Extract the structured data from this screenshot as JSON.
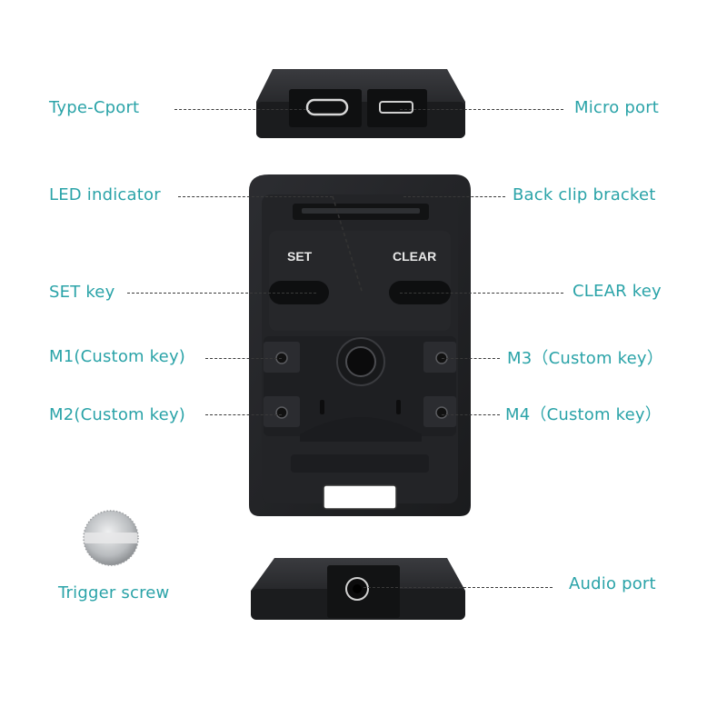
{
  "colors": {
    "label": "#2aa3a8",
    "leader": "#3a3a3a",
    "device_body": "#1f2022",
    "device_face": "#2a2b2e",
    "device_edge": "#3b3c40",
    "screw": "#c9ccce"
  },
  "labels": {
    "typec_port": "Type-Cport",
    "micro_port": "Micro port",
    "led_indicator": "LED indicator",
    "back_clip": "Back clip bracket",
    "set_key": "SET key",
    "clear_key": "CLEAR key",
    "m1": "M1(Custom key)",
    "m3": "M3（Custom key）",
    "m2": "M2(Custom key)",
    "m4": "M4（Custom key）",
    "trigger_screw": "Trigger screw",
    "audio_port": "Audio port"
  },
  "device": {
    "set_text": "SET",
    "clear_text": "CLEAR"
  }
}
